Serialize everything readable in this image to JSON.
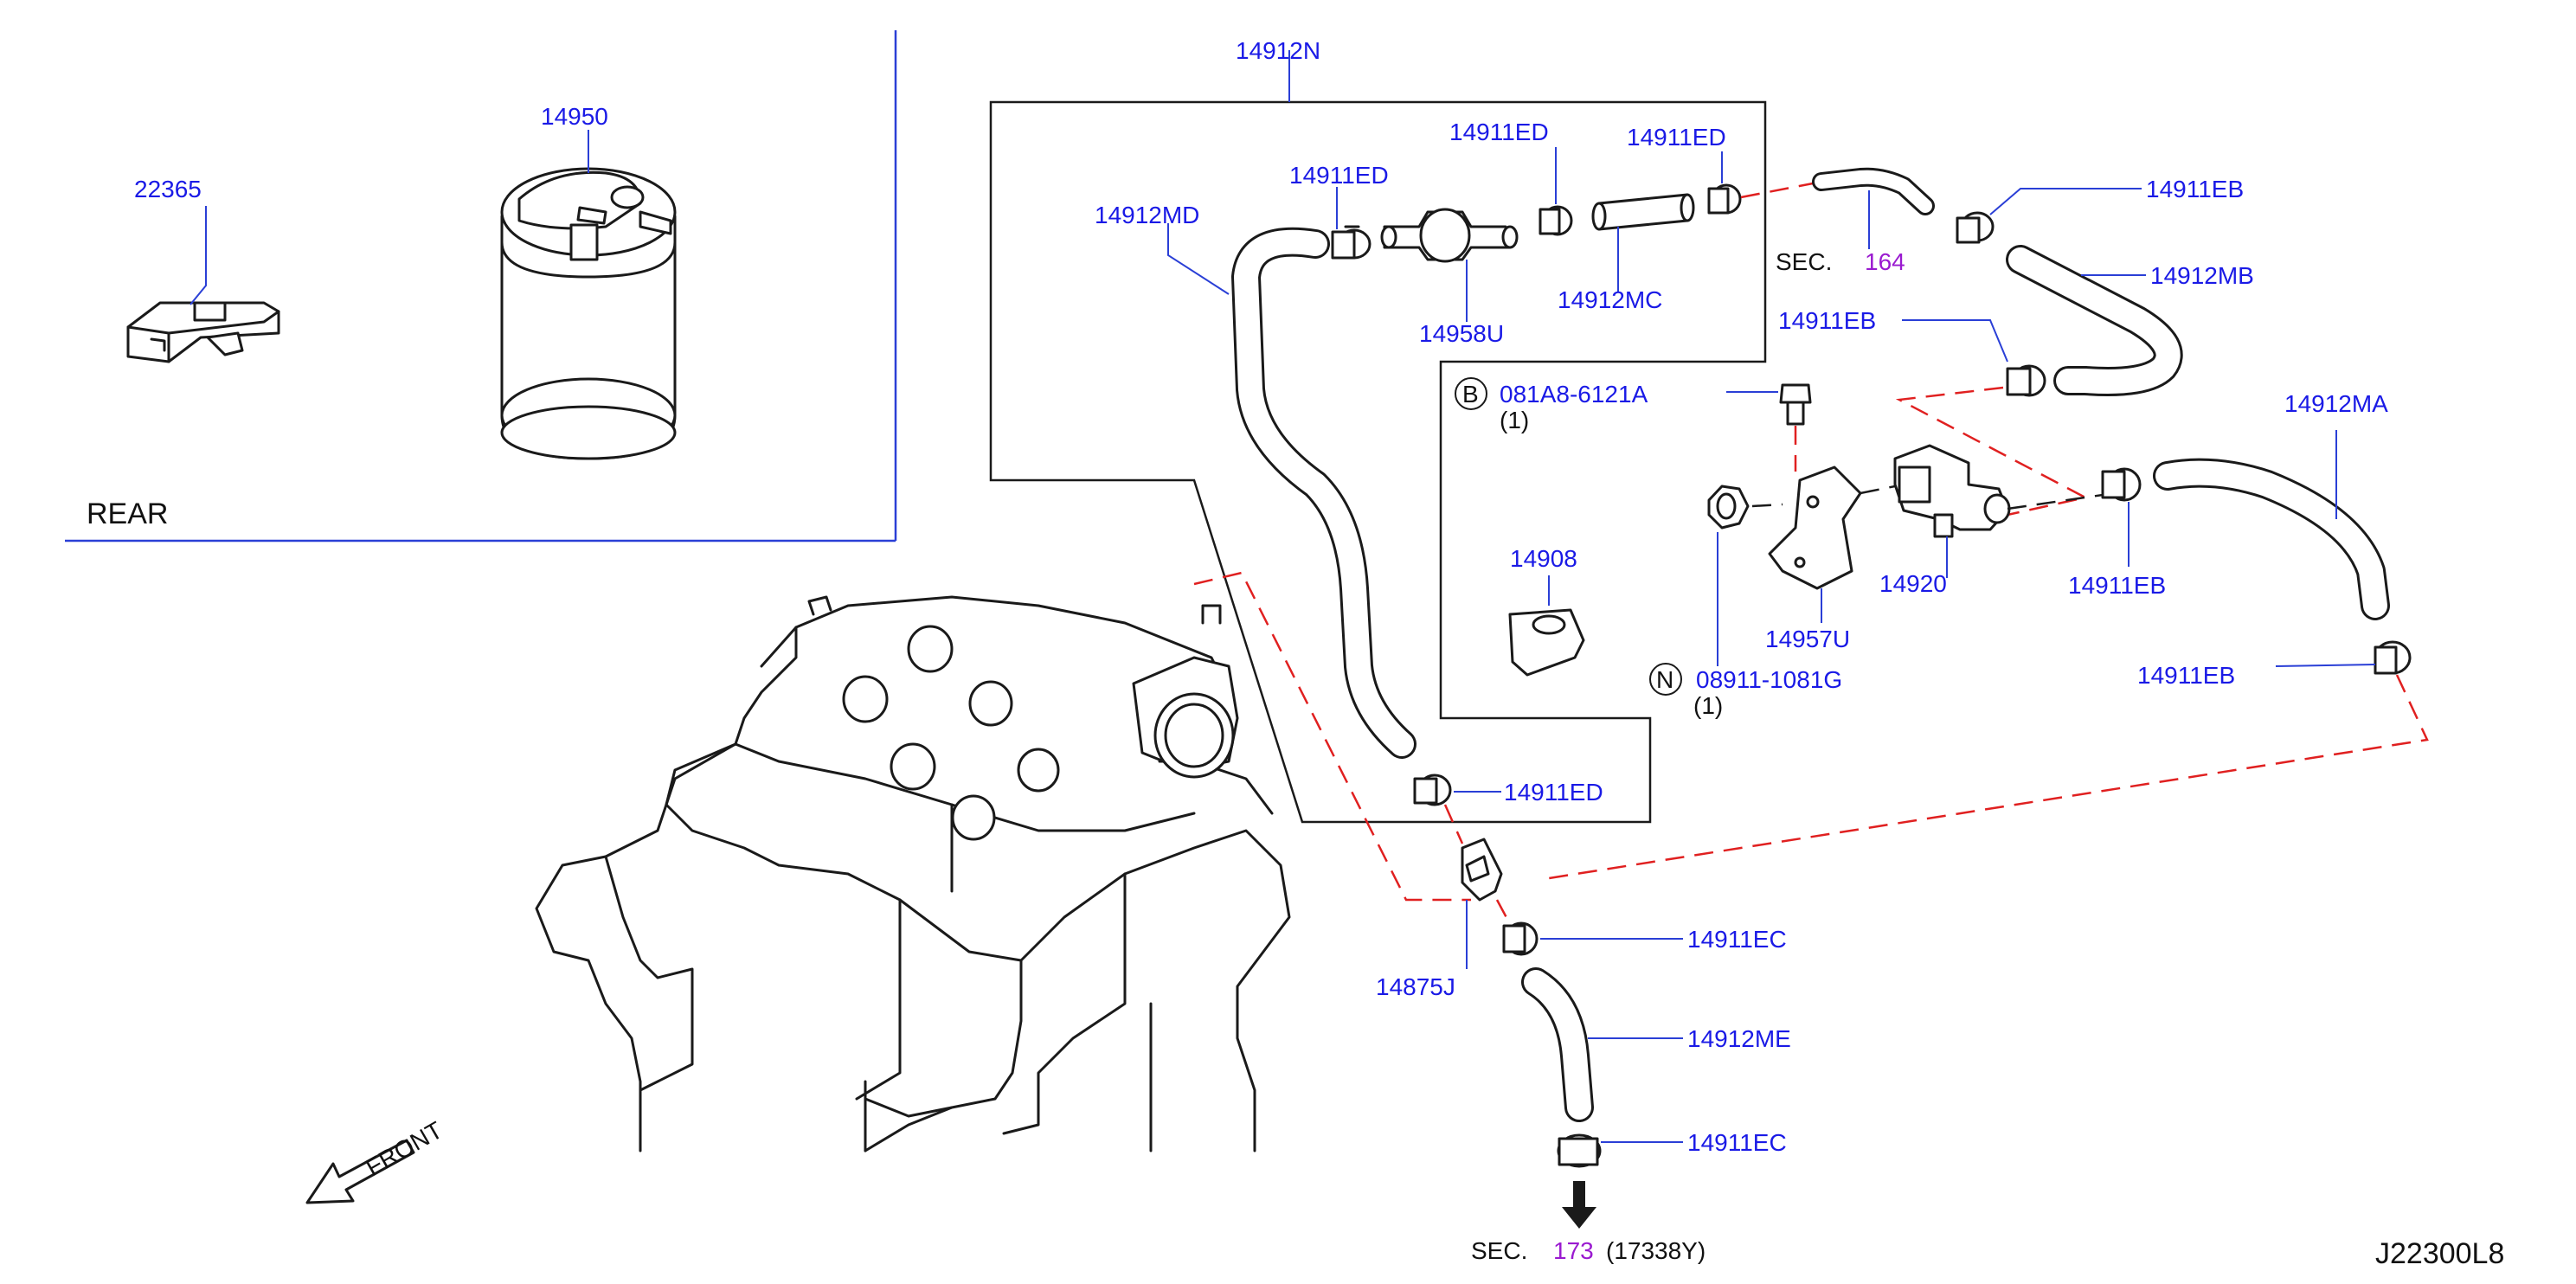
{
  "parts": {
    "p22365": "22365",
    "p14950": "14950",
    "p14912N": "14912N",
    "p14912MD": "14912MD",
    "p14911ED_a": "14911ED",
    "p14911ED_b": "14911ED",
    "p14911ED_c": "14911ED",
    "p14911ED_d": "14911ED",
    "p14958U": "14958U",
    "p14912MC": "14912MC",
    "p14911EB_a": "14911EB",
    "p14911EB_b": "14911EB",
    "p14911EB_c": "14911EB",
    "p14911EB_d": "14911EB",
    "p14912MB": "14912MB",
    "p14912MA": "14912MA",
    "p081A8": "081A8-6121A",
    "p081A8_qty": "(1)",
    "p14908": "14908",
    "p14920": "14920",
    "p14957U": "14957U",
    "p08911": "08911-1081G",
    "p08911_qty": "(1)",
    "p14875J": "14875J",
    "p14911EC_a": "14911EC",
    "p14911EC_b": "14911EC",
    "p14912ME": "14912ME"
  },
  "markers": {
    "bolt_letter": "B",
    "nut_letter": "N"
  },
  "sections": {
    "sec164_prefix": "SEC.",
    "sec164_num": "164",
    "sec173_prefix": "SEC.",
    "sec173_num": "173",
    "sec173_suffix": "(17338Y)"
  },
  "labels": {
    "rear": "REAR",
    "front": "FRONT",
    "diagram_code": "J22300L8"
  },
  "colors": {
    "part_label": "#1a1ae6",
    "leader_line": "#2a3fd6",
    "section_ref": "#9a1ad0",
    "phantom_line": "#e02020"
  }
}
